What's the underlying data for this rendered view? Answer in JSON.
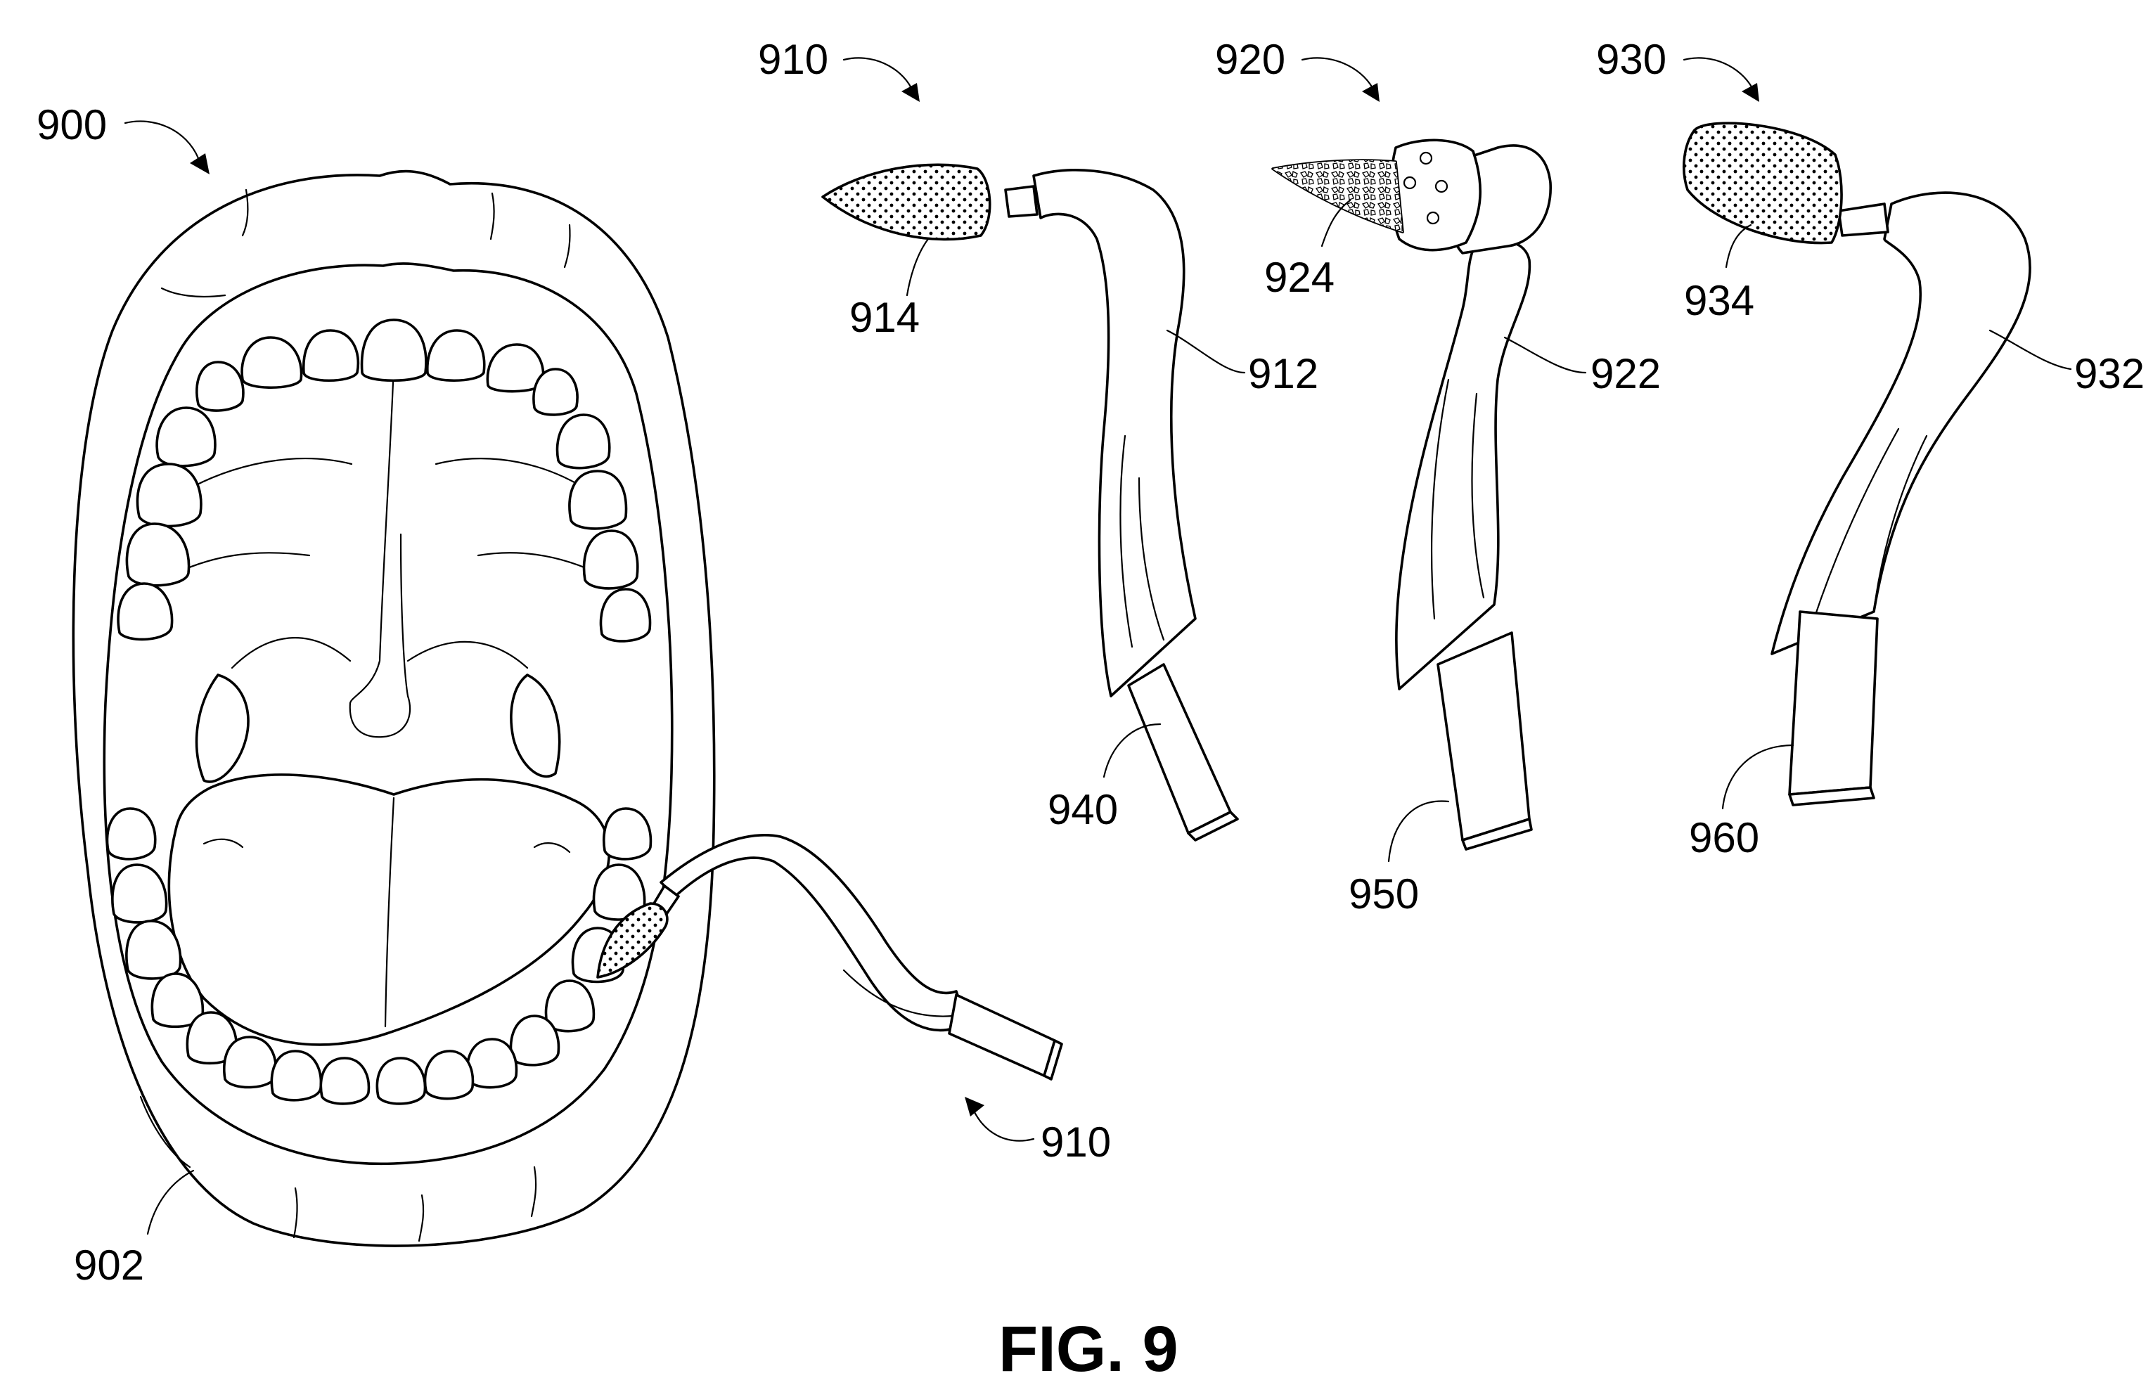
{
  "figure": {
    "caption": "FIG. 9",
    "labels": {
      "mouth_ref": "900",
      "lip_ref": "902",
      "tool_a_ref": "910",
      "tool_a_inmouth_ref": "910",
      "tool_a_head_ref": "914",
      "tool_a_body_ref": "912",
      "tool_a_shank_ref": "940",
      "tool_b_ref": "920",
      "tool_b_head_ref": "924",
      "tool_b_body_ref": "922",
      "tool_b_shank_ref": "950",
      "tool_c_ref": "930",
      "tool_c_head_ref": "934",
      "tool_c_body_ref": "932",
      "tool_c_shank_ref": "960"
    }
  }
}
